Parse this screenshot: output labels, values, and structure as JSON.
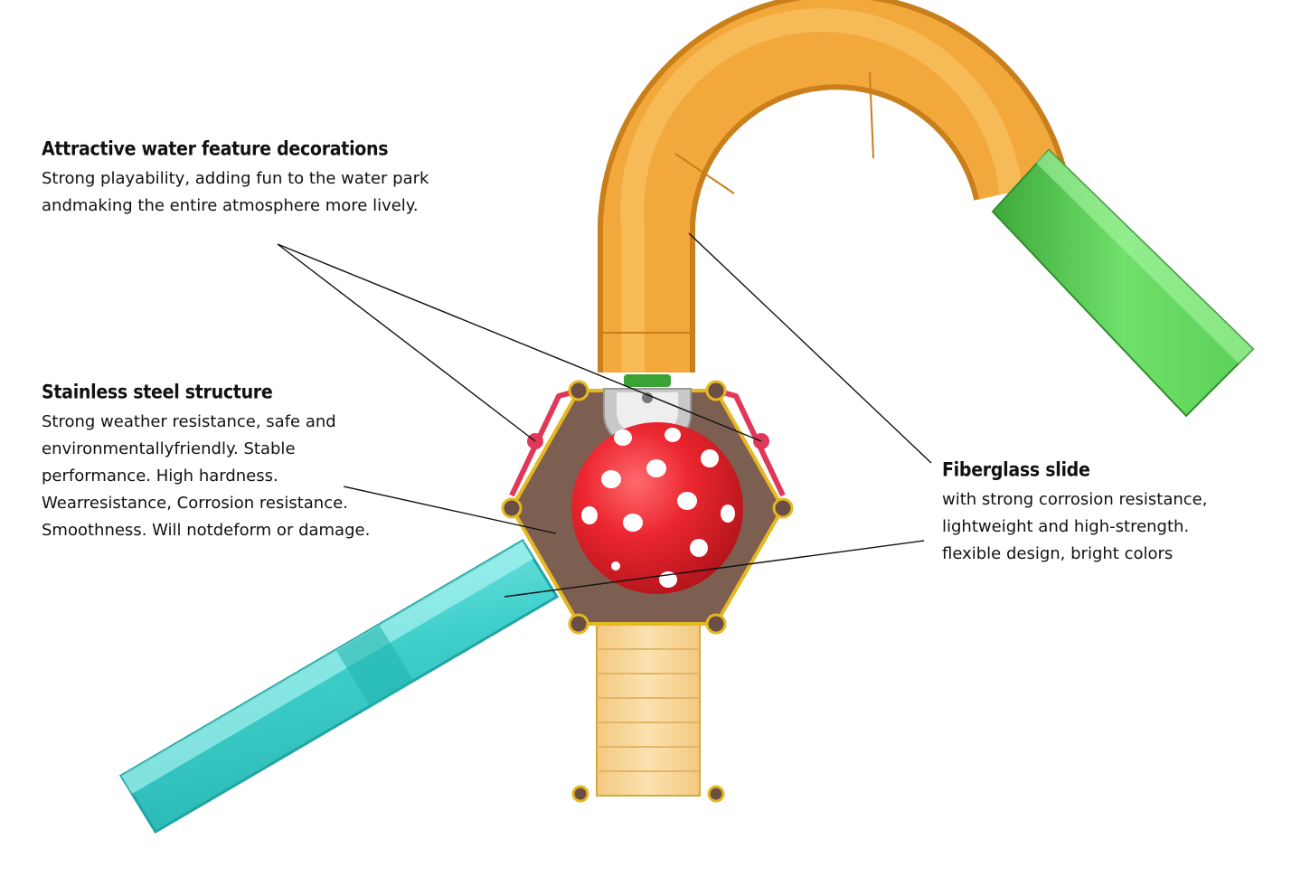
{
  "annotations": {
    "decorations": {
      "title": "Attractive water feature decorations",
      "lines": [
        "Strong playability, adding fun to the water park",
        "andmaking the entire atmosphere more lively."
      ]
    },
    "steel": {
      "title": "Stainless steel structure",
      "lines": [
        "Strong weather resistance, safe and",
        "environmentallyfriendly. Stable",
        "performance. High hardness.",
        "Wearresistance, Corrosion resistance.",
        "Smoothness. Will notdeform or damage."
      ]
    },
    "slide": {
      "title": "Fiberglass slide",
      "lines": [
        "with strong corrosion resistance,",
        "lightweight and high-strength.",
        "flexible design, bright colors"
      ]
    }
  },
  "colors": {
    "tube_slide": "#f2a83a",
    "tube_exit": "#4fc94a",
    "open_slide": "#3fd0cc",
    "deck": "#7d5f52",
    "frame": "#e6b820",
    "ball": "#e8222c",
    "ball_dots": "#ffffff",
    "railing": "#e0385a",
    "stairs": "#f7d38e",
    "leader_lines": "#111111"
  }
}
